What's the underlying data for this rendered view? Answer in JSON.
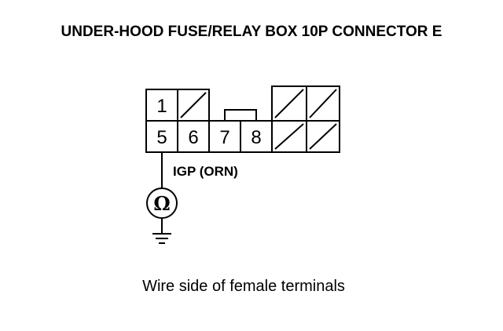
{
  "title": "UNDER-HOOD FUSE/RELAY BOX 10P CONNECTOR E",
  "caption": "Wire side of female terminals",
  "connector": {
    "top_row": [
      {
        "pin": "1",
        "state": "terminal"
      },
      {
        "pin": "",
        "state": "empty"
      },
      {
        "pin": "",
        "state": "empty"
      },
      {
        "pin": "",
        "state": "empty"
      }
    ],
    "bottom_row": [
      {
        "pin": "5",
        "state": "terminal"
      },
      {
        "pin": "6",
        "state": "terminal"
      },
      {
        "pin": "7",
        "state": "terminal"
      },
      {
        "pin": "8",
        "state": "terminal"
      },
      {
        "pin": "",
        "state": "empty"
      },
      {
        "pin": "",
        "state": "empty"
      }
    ]
  },
  "wire": {
    "label": "IGP (ORN)",
    "from_pin": "5"
  },
  "meter": {
    "symbol": "Ω",
    "icon": "ohmmeter-icon"
  },
  "ground": {
    "icon": "ground-icon"
  }
}
